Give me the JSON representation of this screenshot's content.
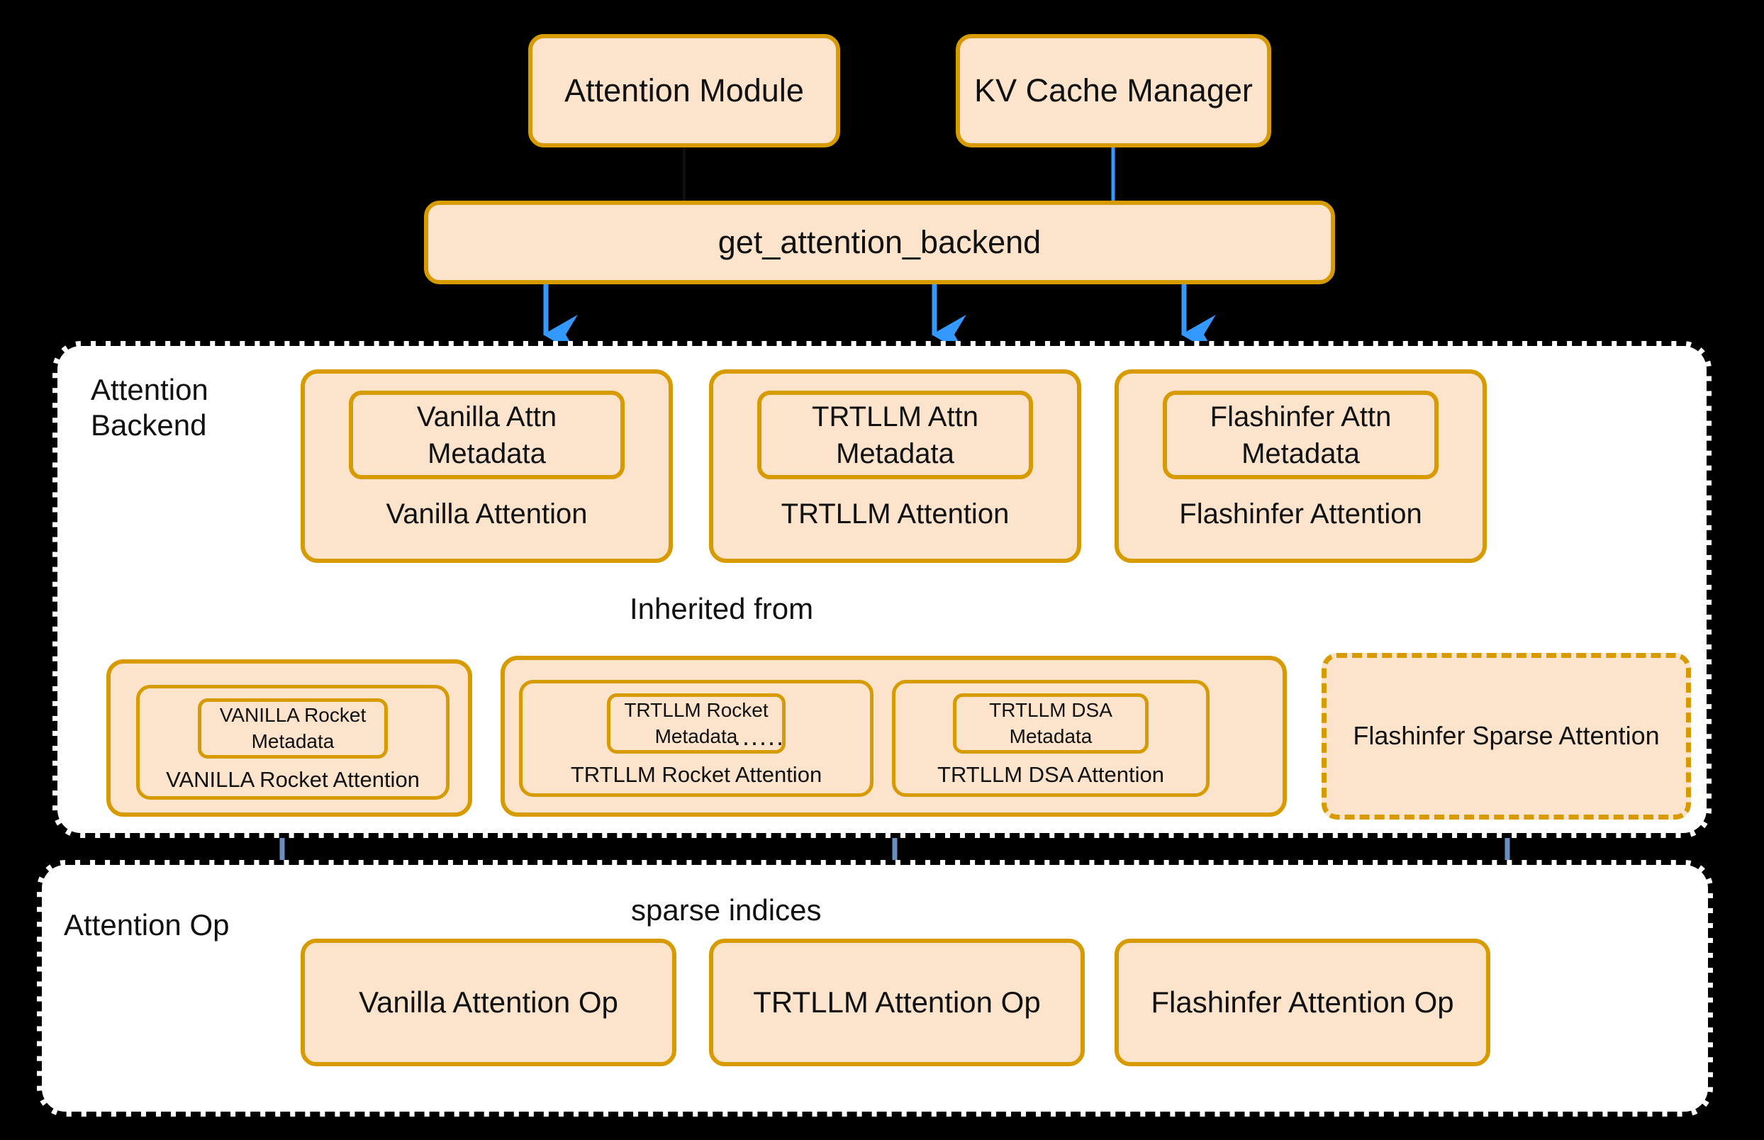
{
  "diagram": {
    "title_hidden": "Attention backend architecture",
    "colors": {
      "node_fill": "#FCE3CB",
      "node_border": "#D79B00",
      "group_border": "#000000",
      "group_fill": "#FFFFFF",
      "blue_arrow": "#6C8EBF",
      "bright_blue_arrow": "#3399FF",
      "red_arrow": "#FF7575",
      "background": "#000000",
      "text": "#111111"
    }
  },
  "top_tier": {
    "attention_module": "Attention Module",
    "kv_cache_manager": "KV Cache Manager",
    "dispatcher": "get_attention_backend"
  },
  "groups": {
    "attention_backend": {
      "title": "Attention\nBackend"
    },
    "attention_op": {
      "title": "Attention Op"
    }
  },
  "backends": [
    {
      "metadata": "Vanilla Attn\nMetadata",
      "label": "Vanilla Attention"
    },
    {
      "metadata": "TRTLLM Attn\nMetadata",
      "label": "TRTLLM Attention"
    },
    {
      "metadata": "Flashinfer Attn\nMetadata",
      "label": "Flashinfer Attention"
    }
  ],
  "sparse_backends": {
    "vanilla": [
      {
        "metadata": "VANILLA Rocket\nMetadata",
        "label": "VANILLA Rocket Attention"
      }
    ],
    "trtllm": [
      {
        "metadata": "TRTLLM Rocket\nMetadata",
        "label": "TRTLLM Rocket Attention"
      },
      {
        "metadata": "TRTLLM DSA\nMetadata",
        "label": "TRTLLM DSA Attention"
      }
    ],
    "ellipsis": "......",
    "flashinfer": {
      "label": "Flashinfer Sparse Attention",
      "border_style": "dashed"
    }
  },
  "attention_ops": [
    {
      "label": "Vanilla Attention Op"
    },
    {
      "label": "TRTLLM Attention Op"
    },
    {
      "label": "Flashinfer Attention Op"
    }
  ],
  "edge_labels": {
    "inherited_from": "Inherited from",
    "sparse_indices": "sparse indices"
  }
}
